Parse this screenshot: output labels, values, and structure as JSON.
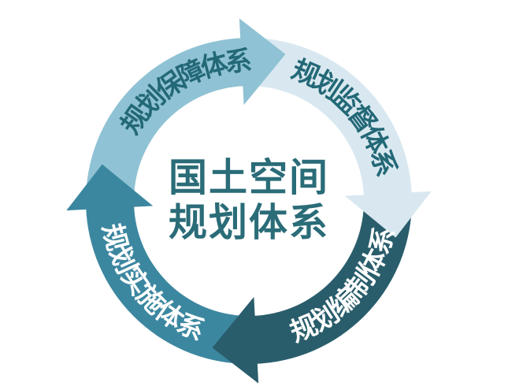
{
  "background": "#FFFFFF",
  "center": {
    "line1": "国土空间",
    "line2": "规划体系",
    "text_color": "#2A6C78"
  },
  "cycle": {
    "direction": "clockwise",
    "segments": [
      {
        "label": "规划保障体系",
        "position": "top-left",
        "arc_color": "#8FC2D4",
        "label_color": "#236877",
        "arrow_icon": "arrow-right-icon"
      },
      {
        "label": "规划监督体系",
        "position": "top-right",
        "arc_color": "#D9E8F0",
        "label_color": "#236877",
        "arrow_icon": "arrow-down-icon"
      },
      {
        "label": "规划编制体系",
        "position": "bottom-right",
        "arc_color": "#295D6B",
        "label_color": "#FFFFFF",
        "arrow_icon": "arrow-left-icon"
      },
      {
        "label": "规划实施体系",
        "position": "bottom-left",
        "arc_color": "#3C87A0",
        "label_color": "#FFFFFF",
        "arrow_icon": "arrow-up-icon"
      }
    ]
  }
}
